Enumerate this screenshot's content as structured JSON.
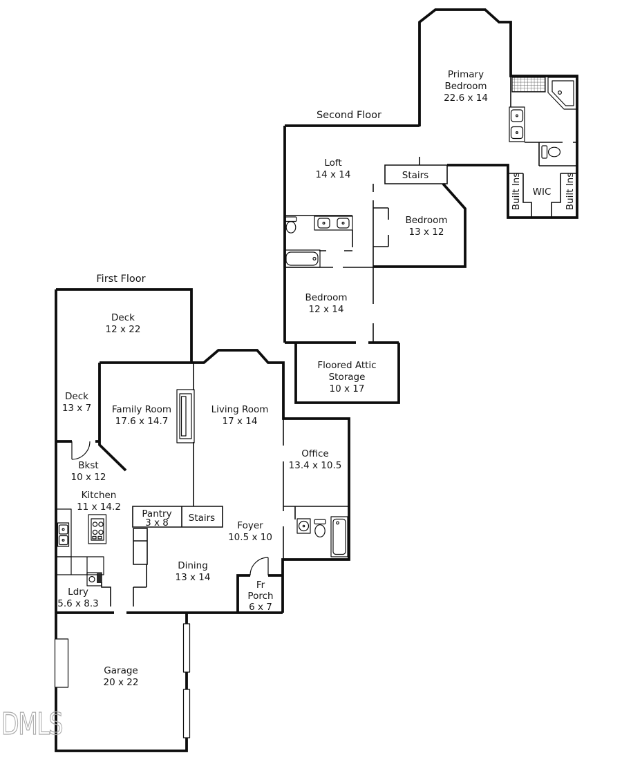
{
  "watermark": "DMLS",
  "colors": {
    "wall": "#0d0d0d",
    "text": "#151515",
    "watermark": "#a9a9a9",
    "background": "#ffffff"
  },
  "floors": {
    "second": {
      "title": "Second Floor",
      "rooms": {
        "primary_bedroom": {
          "line1": "Primary",
          "line2": "Bedroom",
          "dims": "22.6 x 14"
        },
        "loft": {
          "label": "Loft",
          "dims": "14 x 14"
        },
        "stairs": {
          "label": "Stairs"
        },
        "bedroom_13": {
          "label": "Bedroom",
          "dims": "13 x 12"
        },
        "bedroom_12": {
          "label": "Bedroom",
          "dims": "12 x 14"
        },
        "wic": {
          "label": "WIC"
        },
        "built_ins_left": {
          "label": "Built Ins"
        },
        "built_ins_right": {
          "label": "Built Ins"
        },
        "attic": {
          "line1": "Floored Attic",
          "line2": "Storage",
          "dims": "10 x 17"
        }
      }
    },
    "first": {
      "title": "First Floor",
      "rooms": {
        "deck_12": {
          "label": "Deck",
          "dims": "12 x 22"
        },
        "deck_13": {
          "label": "Deck",
          "dims": "13 x 7"
        },
        "family": {
          "label": "Family Room",
          "dims": "17.6 x 14.7"
        },
        "living": {
          "label": "Living Room",
          "dims": "17 x 14"
        },
        "office": {
          "label": "Office",
          "dims": "13.4 x 10.5"
        },
        "bkst": {
          "label": "Bkst",
          "dims": "10 x 12"
        },
        "kitchen": {
          "label": "Kitchen",
          "dims": "11 x 14.2"
        },
        "pantry": {
          "label": "Pantry",
          "dims": "3 x 8"
        },
        "stairs": {
          "label": "Stairs"
        },
        "foyer": {
          "label": "Foyer",
          "dims": "10.5 x 10"
        },
        "dining": {
          "label": "Dining",
          "dims": "13 x 14"
        },
        "ldry": {
          "label": "Ldry",
          "dims": "5.6 x 8.3"
        },
        "fr_porch": {
          "line1": "Fr",
          "line2": "Porch",
          "dims": "6 x 7"
        },
        "garage": {
          "label": "Garage",
          "dims": "20 x 22"
        }
      }
    }
  }
}
